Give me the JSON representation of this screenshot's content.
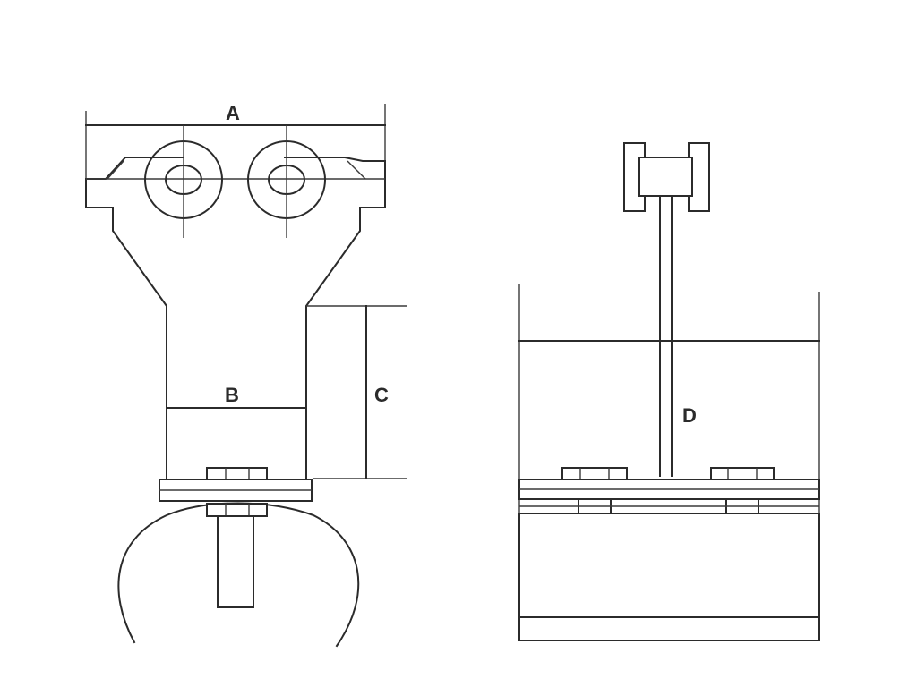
{
  "labels": {
    "a": "A",
    "b": "B",
    "c": "C",
    "d": "D"
  },
  "colors": {
    "line": "#2b2b2b",
    "background": "#ffffff"
  }
}
